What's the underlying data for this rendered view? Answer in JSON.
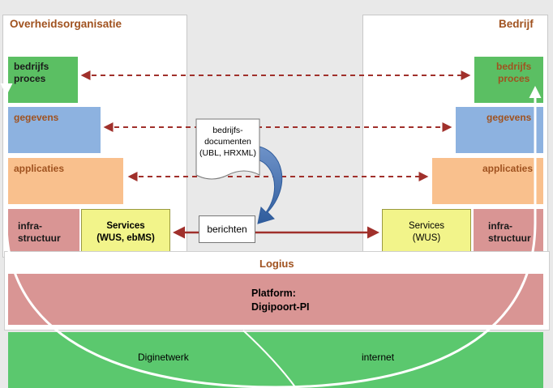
{
  "left_org": {
    "title": "Overheidsorganisatie",
    "layers": {
      "process": "bedrijfs\nproces",
      "data": "gegevens",
      "apps": "applicaties",
      "infra": "infra-\nstructuur"
    },
    "services": "Services\n(WUS, ebMS)"
  },
  "right_org": {
    "title": "Bedrijf",
    "layers": {
      "process": "bedrijfs\nproces",
      "data": "gegevens",
      "apps": "applicaties",
      "infra": "infra-\nstructuur"
    },
    "services": "Services\n(WUS)"
  },
  "center": {
    "document": "bedrijfs-\ndocumenten\n(UBL, HRXML)",
    "messages": "berichten"
  },
  "logius": {
    "title": "Logius",
    "platform": "Platform:\nDigipoort-PI"
  },
  "network": {
    "left": "Diginetwerk",
    "right": "internet"
  },
  "colors": {
    "process": "#5bbf63",
    "data": "#8db2e0",
    "apps": "#f9c08d",
    "infra": "#d99594",
    "services": "#f2f48a",
    "platform": "#d99594",
    "network": "#5bc86e",
    "arrow": "#a0302b",
    "title": "#a0521f"
  }
}
